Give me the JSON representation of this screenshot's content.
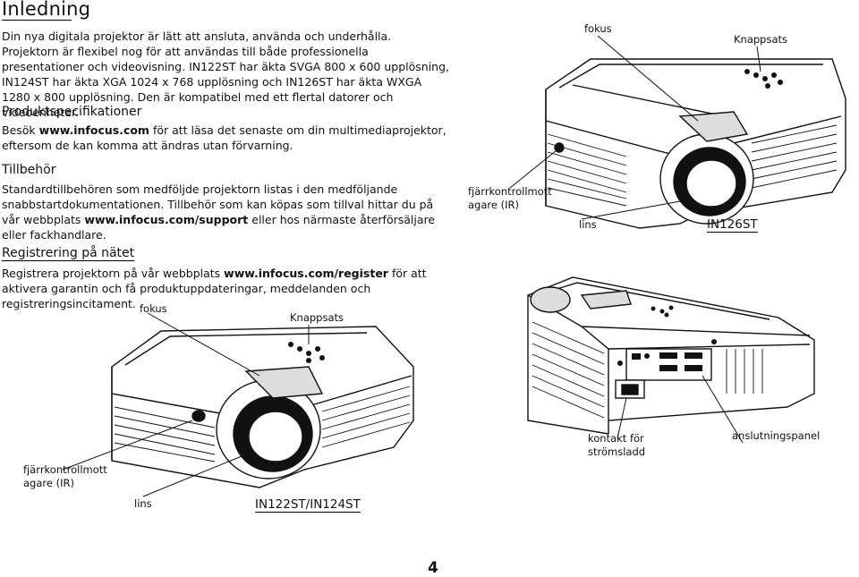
{
  "title": "Inledning",
  "intro": "Din nya digitala projektor är lätt att ansluta, använda och underhålla. Projektorn är flexibel nog för att användas till både professionella presentationer och videovisning. IN122ST har äkta SVGA 800 x 600 upplösning, IN124ST har äkta XGA 1024 x 768 upplösning och IN126ST har äkta WXGA 1280 x 800 upplösning. Den är kompatibel med ett flertal datorer och videoenheter.",
  "specs": {
    "heading": "Produktspecifikationer",
    "text_before": "Besök ",
    "link": "www.infocus.com",
    "text_after": " för att läsa det senaste om din multimediaprojektor, eftersom de kan komma att ändras utan förvarning."
  },
  "accessories": {
    "heading": "Tillbehör",
    "text_before": "Standardtillbehören som medföljde projektorn listas i den medföljande snabbstartdokumentationen. Tillbehör som kan köpas som tillval hittar du på vår webbplats ",
    "link": "www.infocus.com/support",
    "text_after": " eller hos närmaste återförsäljare eller fackhandlare."
  },
  "registration": {
    "heading": "Registrering på nätet",
    "text_before": "Registrera projektorn på vår webbplats ",
    "link": "www.infocus.com/register",
    "text_after": " för att aktivera garantin och få produktuppdateringar, meddelanden och registreringsincitament."
  },
  "fig_top": {
    "focus": "fokus",
    "keypad": "Knappsats",
    "ir_receiver": "fjärrkontrollmott agare (IR)",
    "lens": "lins",
    "model": "IN126ST"
  },
  "fig_front": {
    "focus": "fokus",
    "keypad": "Knappsats",
    "ir_receiver": "fjärrkontrollmott agare (IR)",
    "lens": "lins",
    "model": "IN122ST/IN124ST"
  },
  "fig_rear": {
    "power": "kontakt för strömsladd",
    "panel": "anslutningspanel"
  },
  "page_number": "4"
}
